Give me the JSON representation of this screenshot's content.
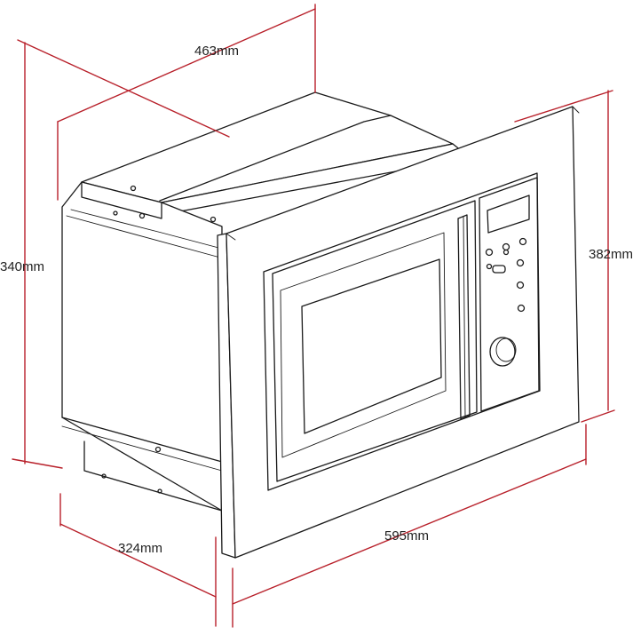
{
  "dimensions": {
    "depth_top": "463mm",
    "height_left": "340mm",
    "height_right": "382mm",
    "depth_bottom": "324mm",
    "width_front": "595mm"
  },
  "colors": {
    "dimension_line": "#b8202a",
    "outline": "#1a1a1a",
    "label_text": "#222222",
    "background": "#ffffff"
  }
}
